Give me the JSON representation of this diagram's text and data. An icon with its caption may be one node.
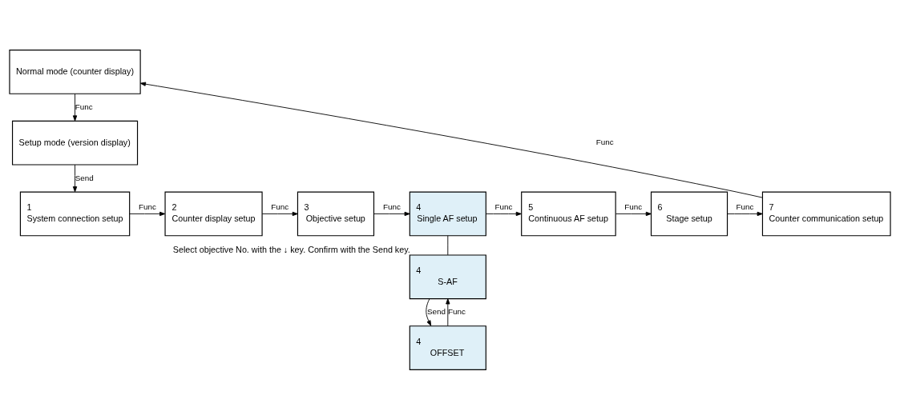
{
  "diagram": {
    "nodes": [
      {
        "text": [
          "Normal mode (counter display)"
        ]
      },
      {
        "text": [
          "Setup mode (version display)"
        ]
      },
      {
        "text": [
          "1",
          "System connection setup"
        ]
      },
      {
        "text": [
          "2",
          "Counter display setup"
        ]
      },
      {
        "text": [
          "3",
          "Objective setup"
        ]
      },
      {
        "text": [
          "4",
          "Single AF setup"
        ]
      },
      {
        "text": [
          "5",
          "Continuous AF setup"
        ]
      },
      {
        "text": [
          "6",
          "Stage setup"
        ]
      },
      {
        "text": [
          "7",
          "Counter communication setup"
        ]
      },
      {
        "text": [
          "4",
          "S-AF"
        ],
        "beside": [
          "Select objective No. with the ↓ key. Confirm with the Send key."
        ]
      },
      {
        "text": [
          "4",
          "OFFSET"
        ]
      }
    ],
    "edges": [
      {
        "from": 0,
        "to": 1,
        "arrow": "to",
        "label": "Func"
      },
      {
        "from": 1,
        "to": 2,
        "arrow": "to",
        "label": "Send"
      },
      {
        "from": 2,
        "to": 3,
        "arrow": "to",
        "label": "Func"
      },
      {
        "from": 3,
        "to": 4,
        "arrow": "to",
        "label": "Func"
      },
      {
        "from": 4,
        "to": 5,
        "arrow": "to",
        "label": "Func"
      },
      {
        "from": 5,
        "to": 6,
        "arrow": "to",
        "label": "Func"
      },
      {
        "from": 6,
        "to": 7,
        "arrow": "to",
        "label": "Func"
      },
      {
        "from": 7,
        "to": 8,
        "arrow": "to",
        "label": "Func"
      },
      {
        "from": 8,
        "to": 0,
        "arrow": "to",
        "label": "Func"
      },
      {
        "from": 5,
        "to": 9,
        "arrow": "none"
      },
      {
        "from": 9,
        "to": 10,
        "arrow": "to",
        "label": "Send"
      },
      {
        "from": 10,
        "to": 9,
        "arrow": "to",
        "label": "Func"
      }
    ]
  }
}
